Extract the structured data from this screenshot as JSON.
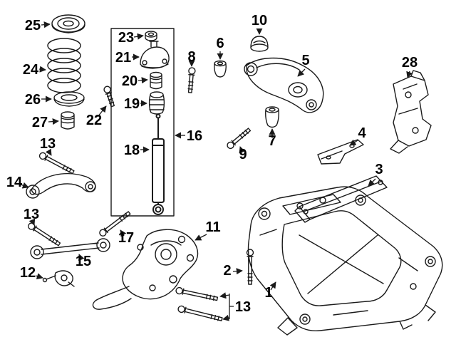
{
  "diagram": {
    "type": "exploded-parts-diagram",
    "subject": "rear-suspension-assembly",
    "colors": {
      "background": "#ffffff",
      "line": "#1a1a1a",
      "text": "#000000"
    },
    "callouts": [
      {
        "text": "25",
        "part": "spring-upper-seat"
      },
      {
        "text": "24",
        "part": "coil-spring"
      },
      {
        "text": "26",
        "part": "spring-insulator"
      },
      {
        "text": "27",
        "part": "jounce-bumper"
      },
      {
        "text": "22",
        "part": "bolt"
      },
      {
        "text": "23",
        "part": "nut"
      },
      {
        "text": "21",
        "part": "shock-upper-mount"
      },
      {
        "text": "20",
        "part": "bump-stop"
      },
      {
        "text": "19",
        "part": "dust-boot"
      },
      {
        "text": "18",
        "part": "shock-absorber"
      },
      {
        "text": "16",
        "part": "shock-assembly-box"
      },
      {
        "text": "8",
        "part": "bolt"
      },
      {
        "text": "6",
        "part": "bushing"
      },
      {
        "text": "10",
        "part": "bushing-cap"
      },
      {
        "text": "5",
        "part": "lower-control-arm"
      },
      {
        "text": "28",
        "part": "mount-bracket"
      },
      {
        "text": "9",
        "part": "bolt"
      },
      {
        "text": "7",
        "part": "bushing"
      },
      {
        "text": "4",
        "part": "reinforcement-plate"
      },
      {
        "text": "3",
        "part": "crossmember-brace"
      },
      {
        "text": "13",
        "part": "bolt"
      },
      {
        "text": "14",
        "part": "upper-control-arm"
      },
      {
        "text": "13",
        "part": "bolt"
      },
      {
        "text": "15",
        "part": "lateral-link"
      },
      {
        "text": "17",
        "part": "bolt"
      },
      {
        "text": "12",
        "part": "ball-stud"
      },
      {
        "text": "11",
        "part": "knuckle"
      },
      {
        "text": "2",
        "part": "bolt"
      },
      {
        "text": "1",
        "part": "subframe"
      },
      {
        "text": "13",
        "part": "bolt-pair"
      }
    ]
  }
}
